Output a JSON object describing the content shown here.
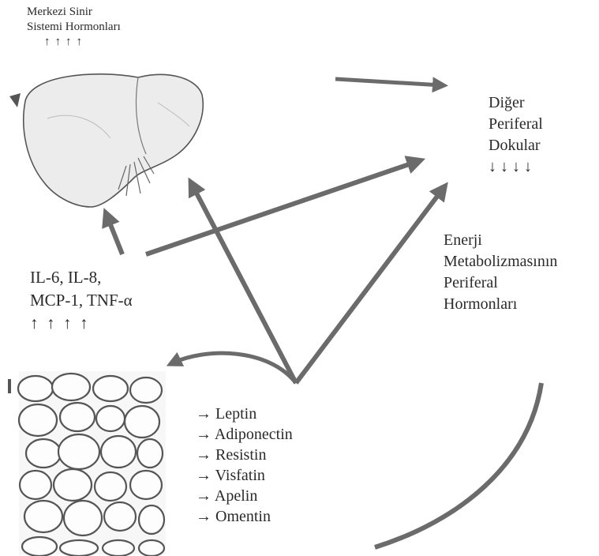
{
  "cns": {
    "line1": "Merkezi Sinir",
    "line2": "Sistemi Hormonları",
    "arrows": "↑↑↑↑"
  },
  "peripheral_tissues": {
    "line1": "Diğer",
    "line2": "Periferal",
    "line3": "Dokular",
    "arrows": "↓ ↓ ↓ ↓"
  },
  "energy_hormones": {
    "line1": "Enerji",
    "line2": "Metabolizmasının",
    "line3": "Periferal",
    "line4": "Hormonları"
  },
  "cytokines": {
    "line1": "IL-6, IL-8,",
    "line2": "MCP-1, TNF-α",
    "arrows": "↑  ↑  ↑  ↑"
  },
  "adipokines": [
    "→ Leptin",
    "→ Adiponectin",
    "→ Resistin",
    "→ Visfatin",
    "→ Apelin",
    "→ Omentin"
  ],
  "colors": {
    "arrow": "#6b6b6b",
    "text": "#2a2a2a",
    "liver_fill": "#ececec",
    "fat_cell_stroke": "#555555"
  }
}
